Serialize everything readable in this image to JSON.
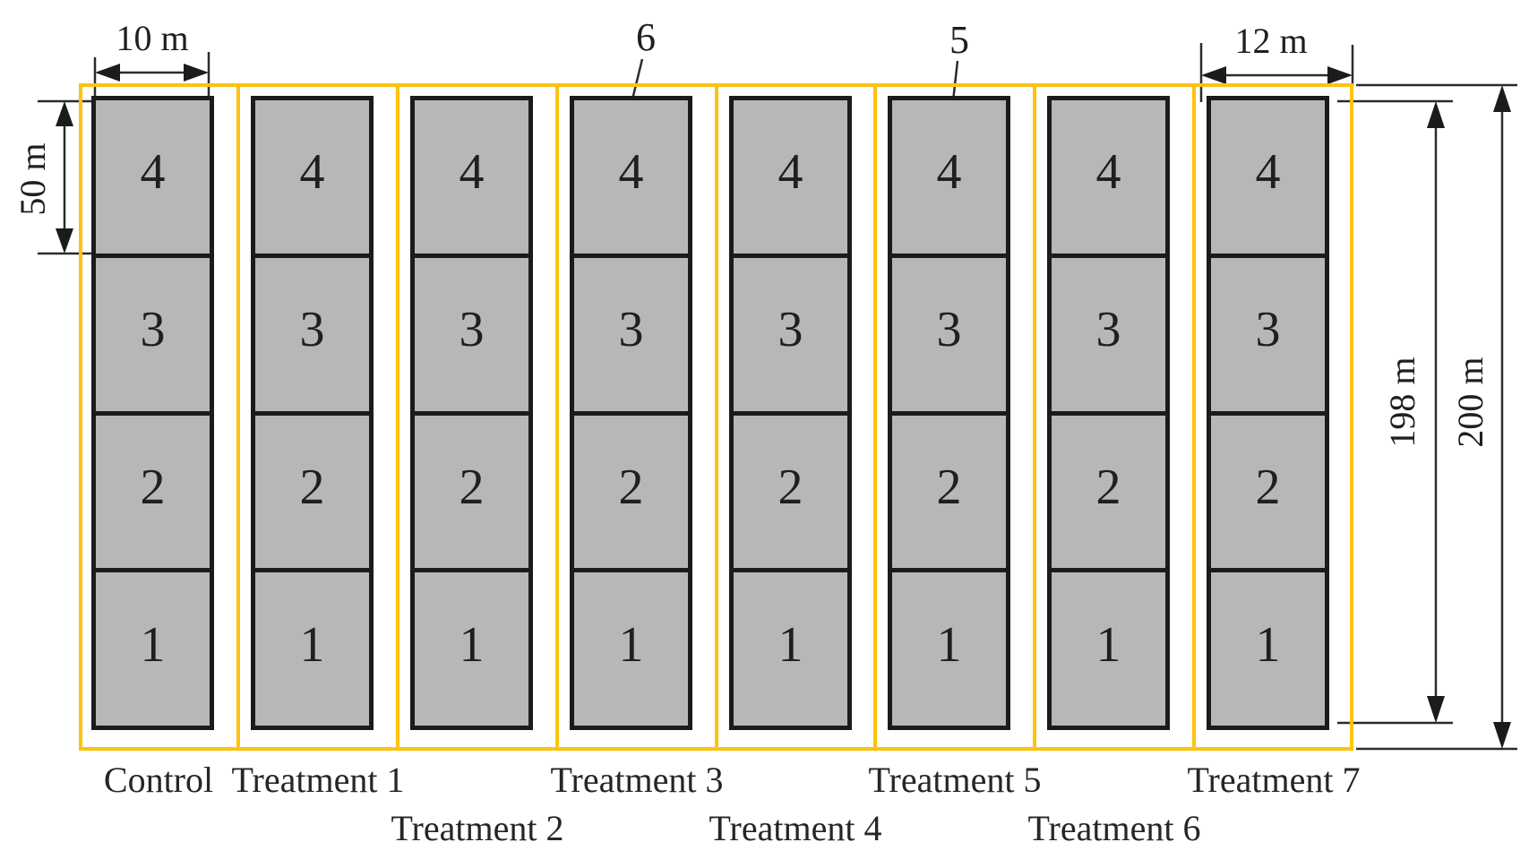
{
  "figure": {
    "description": "Experimental field layout with control and treatment strips divided into numbered plots"
  },
  "field": {
    "strips": [
      {
        "label": "Control",
        "label_row": 1,
        "plots": [
          "4",
          "3",
          "2",
          "1"
        ]
      },
      {
        "label": "Treatment 1",
        "label_row": 1,
        "plots": [
          "4",
          "3",
          "2",
          "1"
        ]
      },
      {
        "label": "Treatment 2",
        "label_row": 2,
        "plots": [
          "4",
          "3",
          "2",
          "1"
        ]
      },
      {
        "label": "Treatment 3",
        "label_row": 1,
        "plots": [
          "4",
          "3",
          "2",
          "1"
        ]
      },
      {
        "label": "Treatment 4",
        "label_row": 2,
        "plots": [
          "4",
          "3",
          "2",
          "1"
        ]
      },
      {
        "label": "Treatment 5",
        "label_row": 1,
        "plots": [
          "4",
          "3",
          "2",
          "1"
        ]
      },
      {
        "label": "Treatment 6",
        "label_row": 2,
        "plots": [
          "4",
          "3",
          "2",
          "1"
        ]
      },
      {
        "label": "Treatment 7",
        "label_row": 1,
        "plots": [
          "4",
          "3",
          "2",
          "1"
        ]
      }
    ],
    "plot_numbers_top_to_bottom": [
      "4",
      "3",
      "2",
      "1"
    ]
  },
  "dimensions": {
    "plot_width": "10 m",
    "plot_height": "50 m",
    "last_strip_width": "12 m",
    "inner_height": "198 m",
    "outer_height": "200 m"
  },
  "annotations": {
    "label_6": {
      "text": "6",
      "target_strip_index": 3
    },
    "label_5": {
      "text": "5",
      "target_strip_index": 5
    }
  },
  "colors": {
    "strip_border": "#FFC20E",
    "plot_fill": "#B7B7B7",
    "plot_border": "#1B1B1B",
    "dimension_line": "#2B2B2B"
  }
}
